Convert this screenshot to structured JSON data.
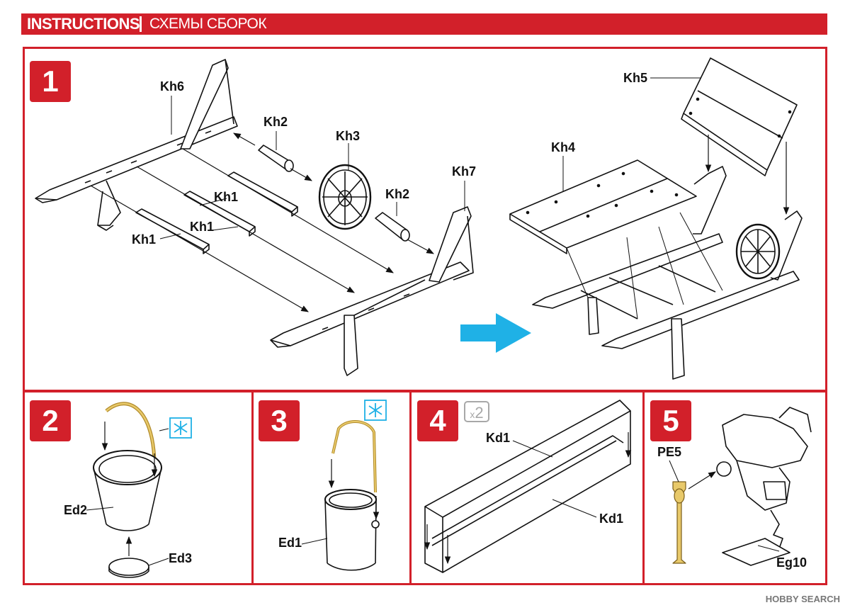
{
  "header": {
    "title": "INSTRUCTIONS",
    "subtitle": "СХЕМЫ СБОРОК"
  },
  "steps": [
    {
      "number": "1",
      "parts": [
        "Kh6",
        "Kh2",
        "Kh3",
        "Kh2",
        "Kh7",
        "Kh1",
        "Kh1",
        "Kh1",
        "Kh5",
        "Kh4"
      ]
    },
    {
      "number": "2",
      "parts": [
        "Ed2",
        "Ed3"
      ]
    },
    {
      "number": "3",
      "parts": [
        "Ed1"
      ]
    },
    {
      "number": "4",
      "quantity": "2",
      "quantity_prefix": "x",
      "parts": [
        "Kd1",
        "Kd1"
      ]
    },
    {
      "number": "5",
      "parts": [
        "PE5",
        "Eg10"
      ]
    }
  ],
  "watermark": "HOBBY SEARCH",
  "colors": {
    "accent": "#d2202a",
    "arrow": "#1fb1e6",
    "photoetch": "#d9b64e"
  },
  "icons": [
    "snowflake-icon",
    "assembly-arrow-icon"
  ]
}
